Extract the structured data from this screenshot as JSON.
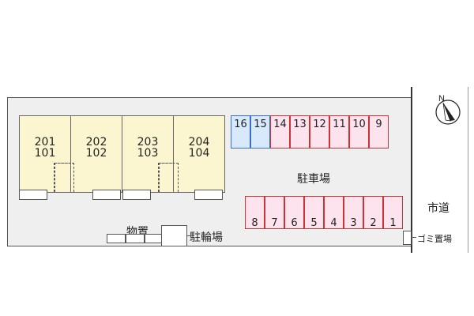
{
  "units": [
    {
      "upper": "201",
      "lower": "101"
    },
    {
      "upper": "202",
      "lower": "102"
    },
    {
      "upper": "203",
      "lower": "103"
    },
    {
      "upper": "204",
      "lower": "104"
    }
  ],
  "parking_top": [
    {
      "label": "16",
      "color": "blue"
    },
    {
      "label": "15",
      "color": "blue"
    },
    {
      "label": "14",
      "color": "pink"
    },
    {
      "label": "13",
      "color": "pink"
    },
    {
      "label": "12",
      "color": "pink"
    },
    {
      "label": "11",
      "color": "pink"
    },
    {
      "label": "10",
      "color": "pink"
    },
    {
      "label": "9",
      "color": "pink"
    }
  ],
  "parking_bottom": [
    "8",
    "7",
    "6",
    "5",
    "4",
    "3",
    "2",
    "1"
  ],
  "labels": {
    "parking": "駐車場",
    "storage": "物置",
    "bicycle_parking": "駐輪場",
    "city_road": "市道",
    "garbage": "ゴミ置場",
    "compass": "N"
  },
  "colors": {
    "unit_fill": "#fbf6cf",
    "parking_pink": "#fde3ee",
    "parking_blue": "#d8e9fb",
    "parking_border": "#cc3333"
  }
}
